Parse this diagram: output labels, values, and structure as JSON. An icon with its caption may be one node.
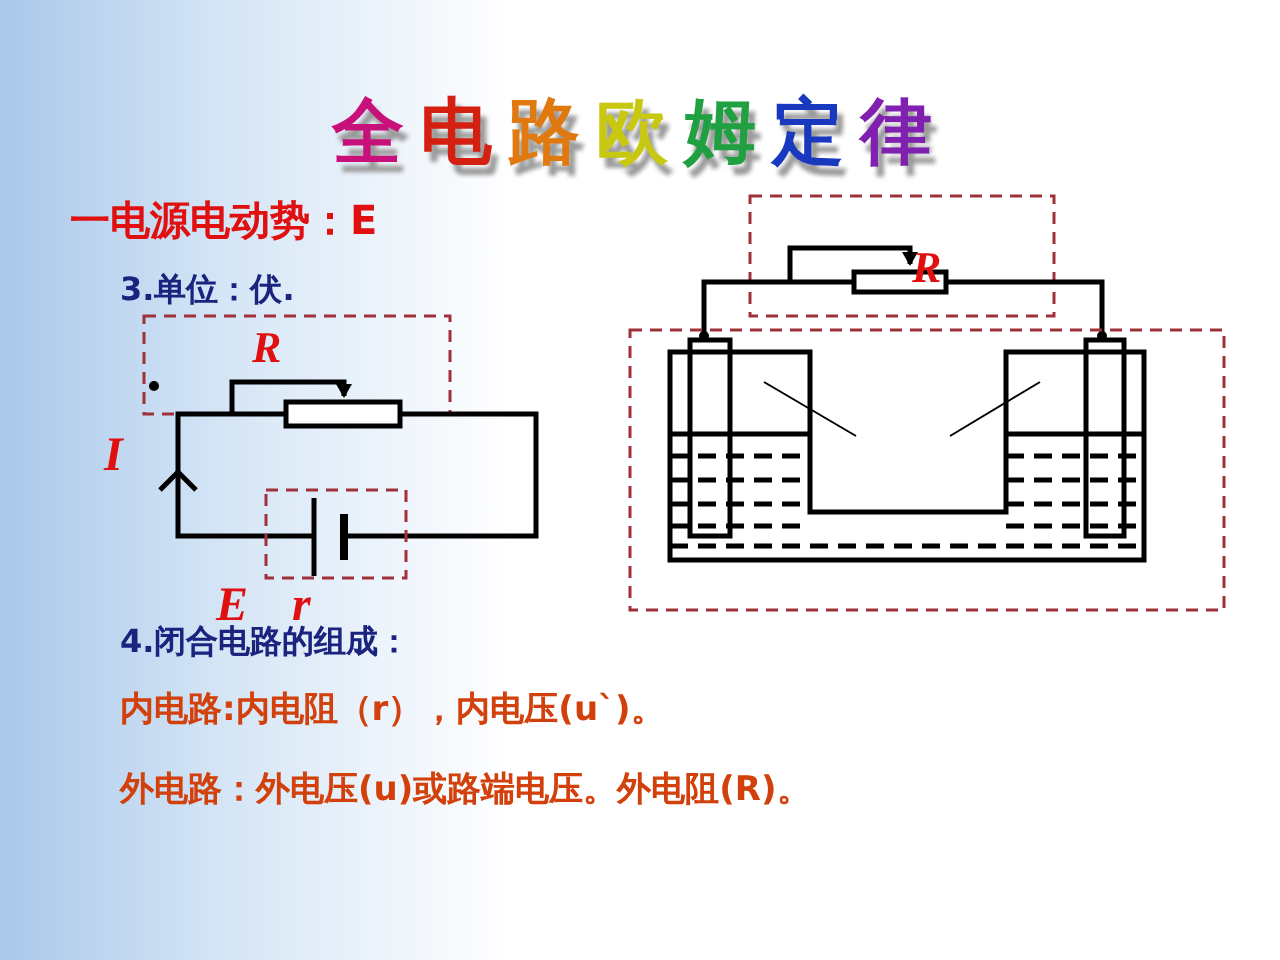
{
  "diagram": {
    "title": "全电路欧姆定律",
    "labels": [
      "一电源电动势：E",
      "3.单位：伏.",
      "R",
      "I",
      "E",
      "r",
      "R",
      "4.闭合电路的组成：",
      "内电路:内电阻（r），内电压(u`)。",
      "外电路：外电压(u)或路端电压。外电阻(R)。"
    ]
  }
}
